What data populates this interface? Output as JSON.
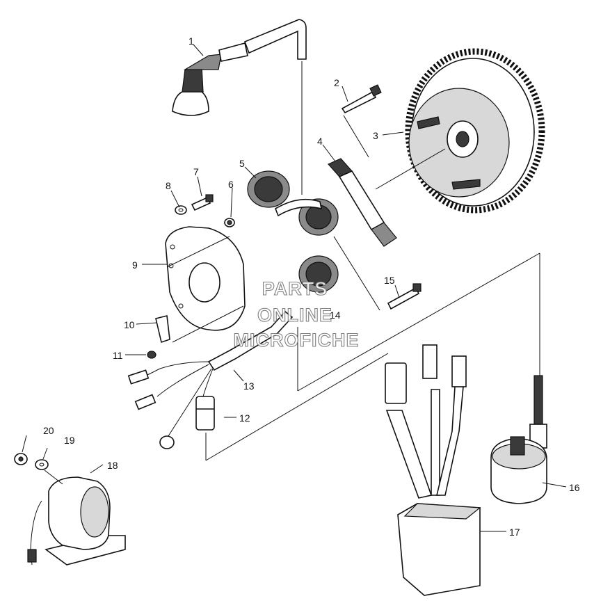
{
  "callouts": [
    {
      "id": "1",
      "label": "1"
    },
    {
      "id": "2",
      "label": "2"
    },
    {
      "id": "3",
      "label": "3"
    },
    {
      "id": "4",
      "label": "4"
    },
    {
      "id": "5",
      "label": "5"
    },
    {
      "id": "6",
      "label": "6"
    },
    {
      "id": "7",
      "label": "7"
    },
    {
      "id": "8",
      "label": "8"
    },
    {
      "id": "9",
      "label": "9"
    },
    {
      "id": "10",
      "label": "10"
    },
    {
      "id": "11",
      "label": "11"
    },
    {
      "id": "12",
      "label": "12"
    },
    {
      "id": "13",
      "label": "13"
    },
    {
      "id": "14",
      "label": "14"
    },
    {
      "id": "15",
      "label": "15"
    },
    {
      "id": "16",
      "label": "16"
    },
    {
      "id": "17",
      "label": "17"
    },
    {
      "id": "18",
      "label": "18"
    },
    {
      "id": "19",
      "label": "19"
    },
    {
      "id": "20",
      "label": "20"
    }
  ],
  "watermark": {
    "line1": "PARTS",
    "line2": "ONLINE",
    "line3": "MICROFICHE"
  }
}
